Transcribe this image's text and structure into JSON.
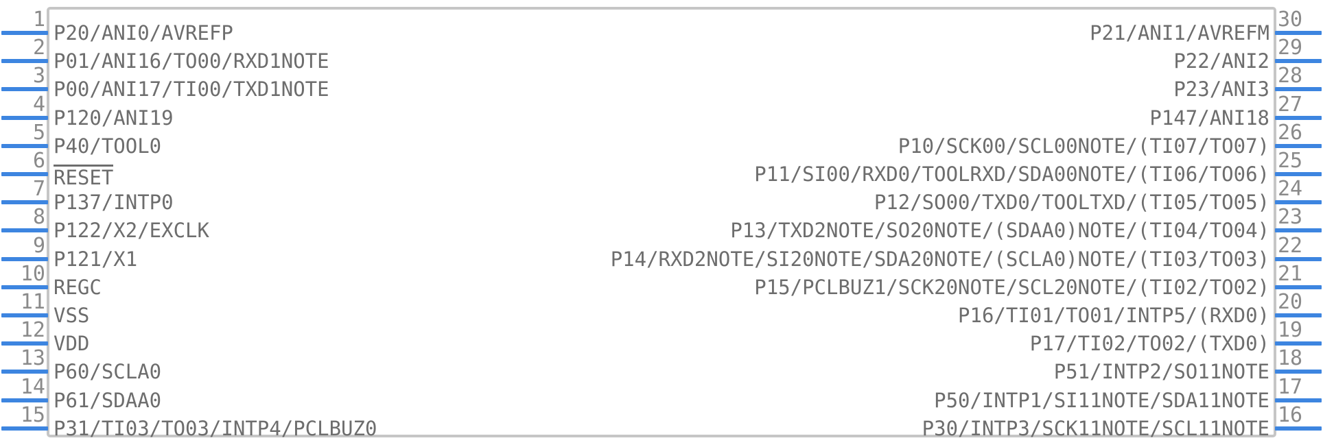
{
  "component": {
    "package_pin_count": 30,
    "body_color": "#c6c6c6",
    "lead_color": "#3d85e0",
    "label_color": "#6d6d6d",
    "pin_number_color": "#8a8a8a"
  },
  "left_pins": [
    {
      "number": "1",
      "label": "P20/ANI0/AVREFP",
      "overline": false
    },
    {
      "number": "2",
      "label": "P01/ANI16/TO00/RXD1NOTE",
      "overline": false
    },
    {
      "number": "3",
      "label": "P00/ANI17/TI00/TXD1NOTE",
      "overline": false
    },
    {
      "number": "4",
      "label": "P120/ANI19",
      "overline": false
    },
    {
      "number": "5",
      "label": "P40/TOOL0",
      "overline": false
    },
    {
      "number": "6",
      "label": "RESET",
      "overline": true
    },
    {
      "number": "7",
      "label": "P137/INTP0",
      "overline": false
    },
    {
      "number": "8",
      "label": "P122/X2/EXCLK",
      "overline": false
    },
    {
      "number": "9",
      "label": "P121/X1",
      "overline": false
    },
    {
      "number": "10",
      "label": "REGC",
      "overline": false
    },
    {
      "number": "11",
      "label": "VSS",
      "overline": false
    },
    {
      "number": "12",
      "label": "VDD",
      "overline": false
    },
    {
      "number": "13",
      "label": "P60/SCLA0",
      "overline": false
    },
    {
      "number": "14",
      "label": "P61/SDAA0",
      "overline": false
    },
    {
      "number": "15",
      "label": "P31/TI03/TO03/INTP4/PCLBUZ0",
      "overline": false
    }
  ],
  "right_pins": [
    {
      "number": "30",
      "label": "P21/ANI1/AVREFM",
      "overline": false
    },
    {
      "number": "29",
      "label": "P22/ANI2",
      "overline": false
    },
    {
      "number": "28",
      "label": "P23/ANI3",
      "overline": false
    },
    {
      "number": "27",
      "label": "P147/ANI18",
      "overline": false
    },
    {
      "number": "26",
      "label": "P10/SCK00/SCL00NOTE/(TI07/TO07)",
      "overline": false
    },
    {
      "number": "25",
      "label": "P11/SI00/RXD0/TOOLRXD/SDA00NOTE/(TI06/TO06)",
      "overline": false
    },
    {
      "number": "24",
      "label": "P12/SO00/TXD0/TOOLTXD/(TI05/TO05)",
      "overline": false
    },
    {
      "number": "23",
      "label": "P13/TXD2NOTE/SO20NOTE/(SDAA0)NOTE/(TI04/TO04)",
      "overline": false
    },
    {
      "number": "22",
      "label": "P14/RXD2NOTE/SI20NOTE/SDA20NOTE/(SCLA0)NOTE/(TI03/TO03)",
      "overline": false
    },
    {
      "number": "21",
      "label": "P15/PCLBUZ1/SCK20NOTE/SCL20NOTE/(TI02/TO02)",
      "overline": false
    },
    {
      "number": "20",
      "label": "P16/TI01/TO01/INTP5/(RXD0)",
      "overline": false
    },
    {
      "number": "19",
      "label": "P17/TI02/TO02/(TXD0)",
      "overline": false
    },
    {
      "number": "18",
      "label": "P51/INTP2/SO11NOTE",
      "overline": false
    },
    {
      "number": "17",
      "label": "P50/INTP1/SI11NOTE/SDA11NOTE",
      "overline": false
    },
    {
      "number": "16",
      "label": "P30/INTP3/SCK11NOTE/SCL11NOTE",
      "overline": false
    }
  ]
}
